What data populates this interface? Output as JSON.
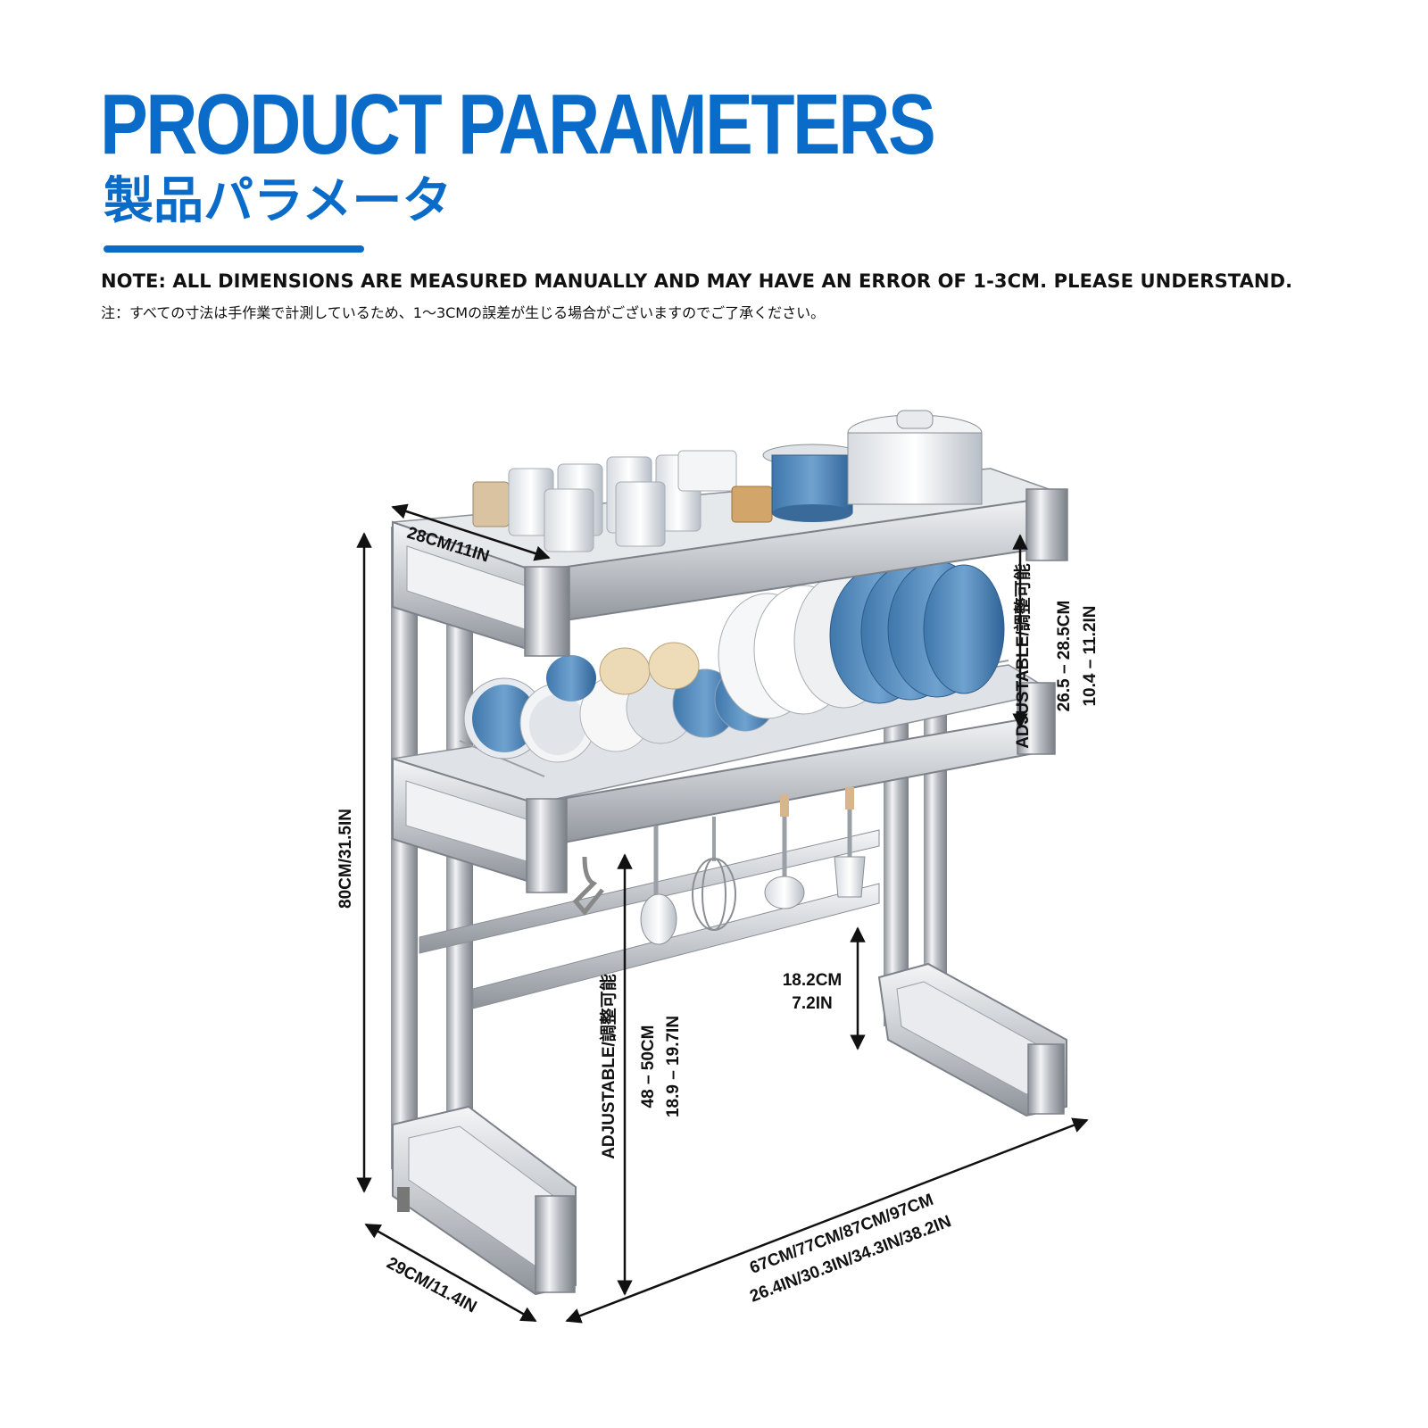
{
  "header": {
    "title": "PRODUCT PARAMETERS",
    "subtitle": "製品パラメータ",
    "note_en": "NOTE: ALL DIMENSIONS ARE MEASURED MANUALLY AND MAY HAVE AN ERROR OF 1-3CM. PLEASE UNDERSTAND.",
    "note_jp": "注：すべての寸法は手作業で計測しているため、1～3CMの誤差が生じる場合がございますのでご了承ください。"
  },
  "colors": {
    "accent": "#0a6cc8",
    "steel": "#c8ccd1",
    "plate_blue": "#4f86b9"
  },
  "dimensions": {
    "top_depth": "28CM/11IN",
    "total_height": "80CM/31.5IN",
    "shelf_gap_label": "ADJUSTABLE/調整可能",
    "shelf_gap_cm": "26.5 – 28.5CM",
    "shelf_gap_in": "10.4 – 11.2IN",
    "lower_label": "ADJUSTABLE/調整可能",
    "lower_cm": "48 – 50CM",
    "lower_in": "18.9 – 19.7IN",
    "bar_height_cm": "18.2CM",
    "bar_height_in": "7.2IN",
    "base_depth": "29CM/11.4IN",
    "width_cm": "67CM/77CM/87CM/97CM",
    "width_in": "26.4IN/30.3IN/34.3IN/38.2IN"
  }
}
